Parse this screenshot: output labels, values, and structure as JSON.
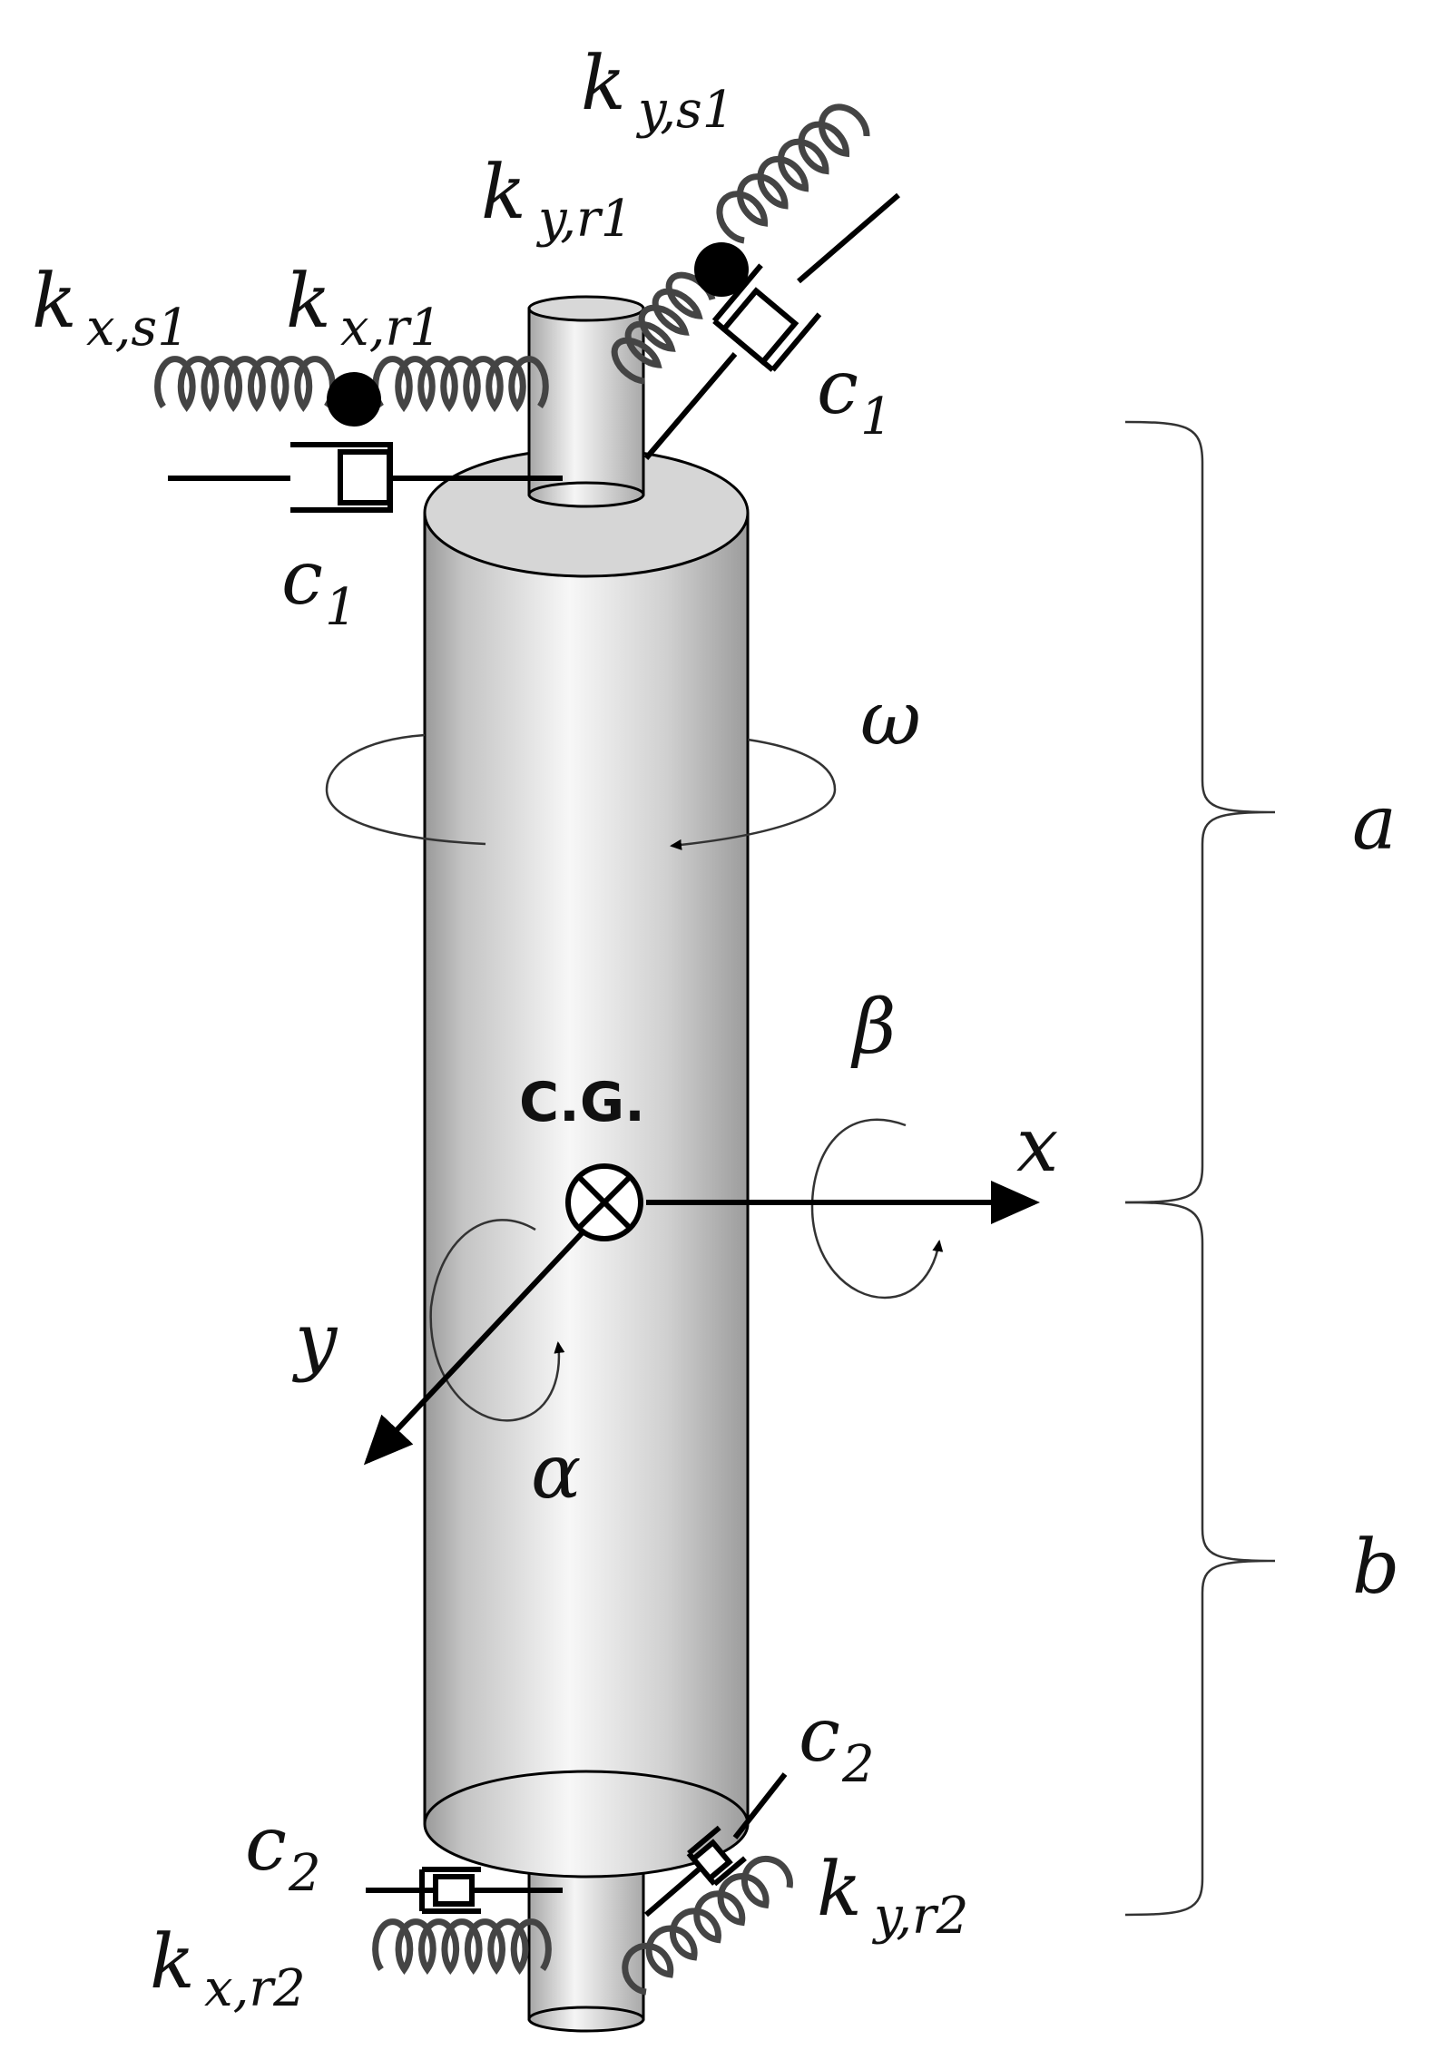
{
  "labels": {
    "kx_s1": {
      "main": "k",
      "sub": "x,s1"
    },
    "kx_r1": {
      "main": "k",
      "sub": "x,r1"
    },
    "ky_s1": {
      "main": "k",
      "sub": "y,s1"
    },
    "ky_r1": {
      "main": "k",
      "sub": "y,r1"
    },
    "c1_top_right": {
      "main": "c",
      "sub": "1"
    },
    "c1_left": {
      "main": "c",
      "sub": "1"
    },
    "c2_right": {
      "main": "c",
      "sub": "2"
    },
    "c2_left": {
      "main": "c",
      "sub": "2"
    },
    "kx_r2": {
      "main": "k",
      "sub": "x,r2"
    },
    "ky_r2": {
      "main": "k",
      "sub": "y,r2"
    },
    "omega": "ω",
    "beta": "β",
    "alpha": "α",
    "x_axis": "x",
    "y_axis": "y",
    "cg": "C.G.",
    "a": "a",
    "b": "b"
  },
  "colors": {
    "cylinder_light": "#f4f4f4",
    "cylinder_dark": "#a8a8a8",
    "cap": "#d6d6d6",
    "spring": "#444444",
    "mass_dot": "#000000"
  }
}
